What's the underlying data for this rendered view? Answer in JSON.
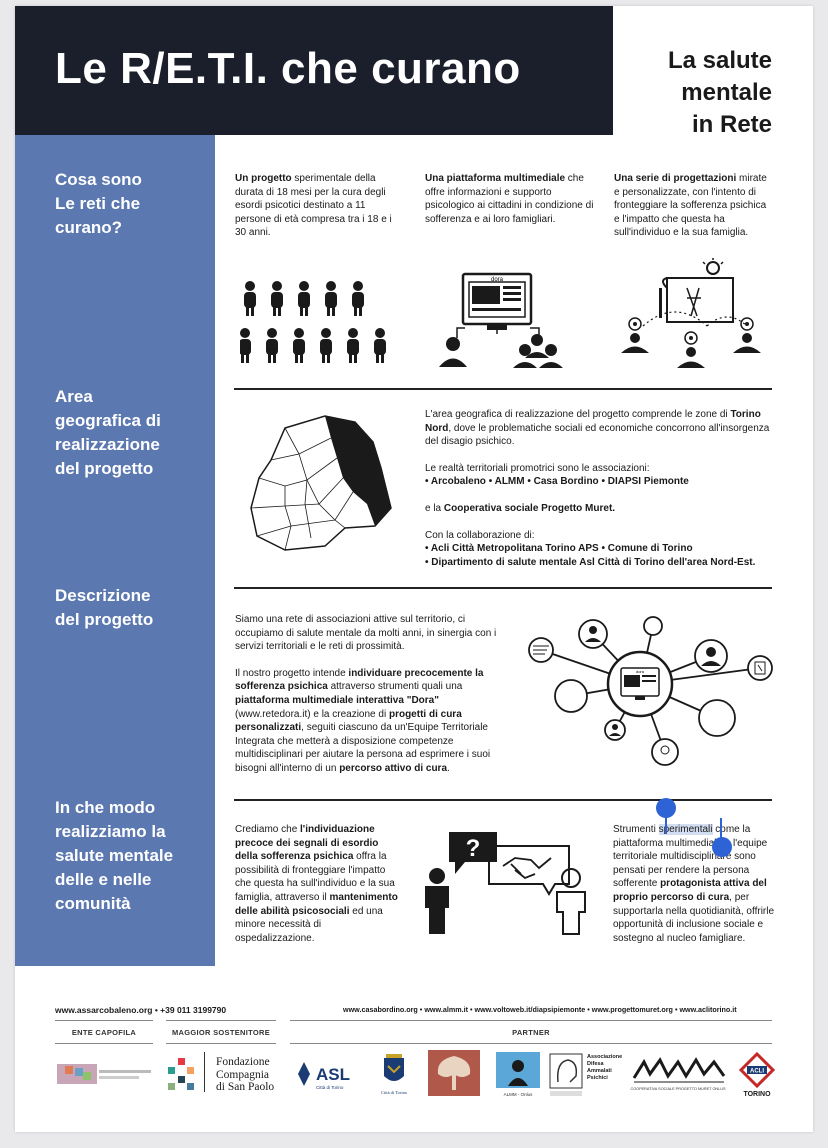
{
  "header": {
    "title": "Le R/E.T.I. che curano",
    "subtitle_line1": "La salute",
    "subtitle_line2": "mentale",
    "subtitle_line3": "in Rete"
  },
  "sections": {
    "s1": {
      "heading": "Cosa sono\nLe reti che\ncurano?"
    },
    "s2": {
      "heading": "Area\ngeografica di\nrealizzazione\ndel progetto"
    },
    "s3": {
      "heading": "Descrizione\ndel progetto"
    },
    "s4": {
      "heading": "In che modo\nrealizziamo la\nsalute mentale\ndelle e nelle\ncomunità"
    }
  },
  "cosa": {
    "col1_bold": "Un progetto",
    "col1_rest": " sperimentale della durata di 18 mesi per la cura degli esordi psicotici destinato a 11 persone di età compresa tra i 18 e i 30 anni.",
    "col2_bold": "Una piattaforma multimediale",
    "col2_rest": " che offre informazioni e supporto psicologico ai cittadini in condizione di sofferenza e ai loro famigliari.",
    "col3_bold": "Una serie di progettazioni",
    "col3_rest": " mirate e personalizzate, con l'intento di fronteggiare la sofferenza psichica e l'impatto che questa ha sull'individuo e la sua famiglia.",
    "screen_label": "dora"
  },
  "area": {
    "p1a": "L'area geografica di realizzazione del progetto comprende le zone di ",
    "p1b": "Torino Nord",
    "p1c": ", dove le problematiche sociali ed economiche concorrono all'insorgenza del disagio psichico.",
    "p2": "Le realtà territoriali promotrici sono le associazioni:",
    "p3": "• Arcobaleno • ALMM • Casa Bordino • DIAPSI Piemonte",
    "p4a": "e la ",
    "p4b": "Cooperativa sociale Progetto Muret.",
    "p5": "Con la collaborazione di:",
    "p6": "• Acli Città Metropolitana Torino APS • Comune di Torino",
    "p7": "• Dipartimento di salute mentale Asl Città di Torino dell'area Nord-Est."
  },
  "descrizione": {
    "p1": "Siamo una rete di associazioni attive sul territorio, ci occupiamo di salute mentale da molti anni, in sinergia con i servizi territoriali e le reti di prossimità.",
    "p2a": "Il nostro progetto intende ",
    "p2b": "individuare precocemente la sofferenza psichica",
    "p2c": " attraverso strumenti quali una ",
    "p2d": "piattaforma multimediale interattiva \"Dora\"",
    "p2e": " (www.retedora.it) e la creazione di ",
    "p2f": "progetti di cura personalizzati",
    "p2g": ", seguiti ciascuno da un'Equipe Territoriale Integrata che metterà a disposizione competenze multidisciplinari per aiutare la persona ad esprimere i suoi bisogni all'interno di un ",
    "p2h": "percorso attivo di cura",
    "p2i": ".",
    "screen_label": "dora"
  },
  "modo": {
    "l1": "Crediamo che ",
    "l2": "l'individuazione precoce dei segnali di esordio della sofferenza psichica",
    "l3": " offra la possibilità di fronteggiare l'impatto che questa ha sull'individuo e la sua famiglia, attraverso il ",
    "l4": "mantenimento delle abilità psicosociali",
    "l5": " ed una minore necessità di ospedalizzazione.",
    "r1": "Strumenti ",
    "r_sel": "sperimentali",
    "r2": " come la piattaforma multimediale e l'equipe territoriale multidisciplinare sono pensati per rendere la persona sofferente ",
    "r3": "protagonista attiva del proprio percorso di cura",
    "r4": ", per supportarla nella quotidianità, offrirle opportunità di inclusione sociale e sostegno al nucleo famigliare.",
    "question": "?"
  },
  "footer": {
    "left": "www.assarcobaleno.org • +39 011 3199790",
    "right": "www.casabordino.org • www.almm.it • www.voltoweb.it/diapsipiemonte • www.progettomuret.org • www.aclitorino.it",
    "label1": "ENTE CAPOFILA",
    "label2": "MAGGIOR SOSTENITORE",
    "label3": "PARTNER",
    "fond1": "Fondazione",
    "fond2": "Compagnia",
    "fond3": "di San Paolo",
    "asl": "ASL",
    "asl_sub": "Città di Torino",
    "citta": "Città di Torino",
    "almm": "ALMM - Onlus",
    "assoc1": "Associazione",
    "assoc2": "Difesa",
    "assoc3": "Ammalati",
    "assoc4": "Psichici",
    "muret_sub": "COOPERATIVA SOCIALE PROGETTO MURET ONLUS",
    "acli": "TORINO",
    "acli_badge": "ACLI"
  },
  "colors": {
    "sidebar": "#5c78b0",
    "titlebar": "#1a1f2b",
    "selection": "#2d63d4"
  }
}
